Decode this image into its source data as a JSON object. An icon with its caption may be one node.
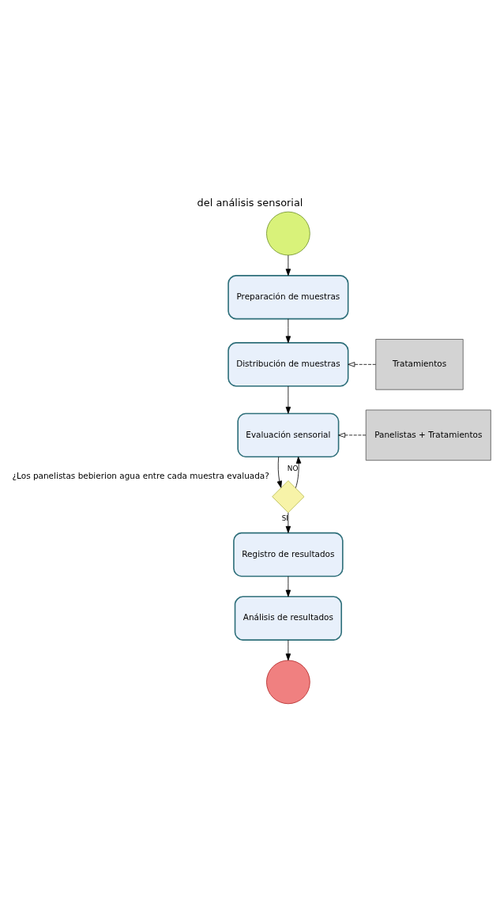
{
  "diagram": {
    "title": "del análisis sensorial",
    "nodes": [
      {
        "text": [],
        "shape": "circle"
      },
      {
        "text": [
          "Preparación de muestras"
        ]
      },
      {
        "text": [
          "Tratamientos"
        ]
      },
      {
        "text": [
          "Distribución de muestras"
        ]
      },
      {
        "text": [
          "Panelistas + Tratamientos"
        ]
      },
      {
        "text": [
          "Evaluación sensorial"
        ]
      },
      {
        "text": [],
        "shape": "diamond",
        "beside": [
          "¿Los panelistas bebierion agua entre cada muestra evaluada?"
        ]
      },
      {
        "text": [
          "Registro de resultados"
        ]
      },
      {
        "text": [
          "Análisis de resultados"
        ]
      },
      {
        "text": [],
        "shape": "circle"
      }
    ],
    "edges": [
      {
        "from": 0,
        "to": 1,
        "arrow": "to"
      },
      {
        "from": 1,
        "to": 3,
        "arrow": "to"
      },
      {
        "from": 2,
        "to": 3,
        "arrow": "to",
        "style": "dashed"
      },
      {
        "from": 3,
        "to": 5,
        "arrow": "to"
      },
      {
        "from": 4,
        "to": 5,
        "arrow": "to",
        "style": "dashed"
      },
      {
        "from": 5,
        "to": 6,
        "arrow": "to"
      },
      {
        "from": 6,
        "to": 5,
        "arrow": "to",
        "label": "NO"
      },
      {
        "from": 6,
        "to": 7,
        "arrow": "to",
        "label": "SI"
      },
      {
        "from": 7,
        "to": 8,
        "arrow": "to"
      },
      {
        "from": 8,
        "to": 9,
        "arrow": "to"
      }
    ]
  }
}
